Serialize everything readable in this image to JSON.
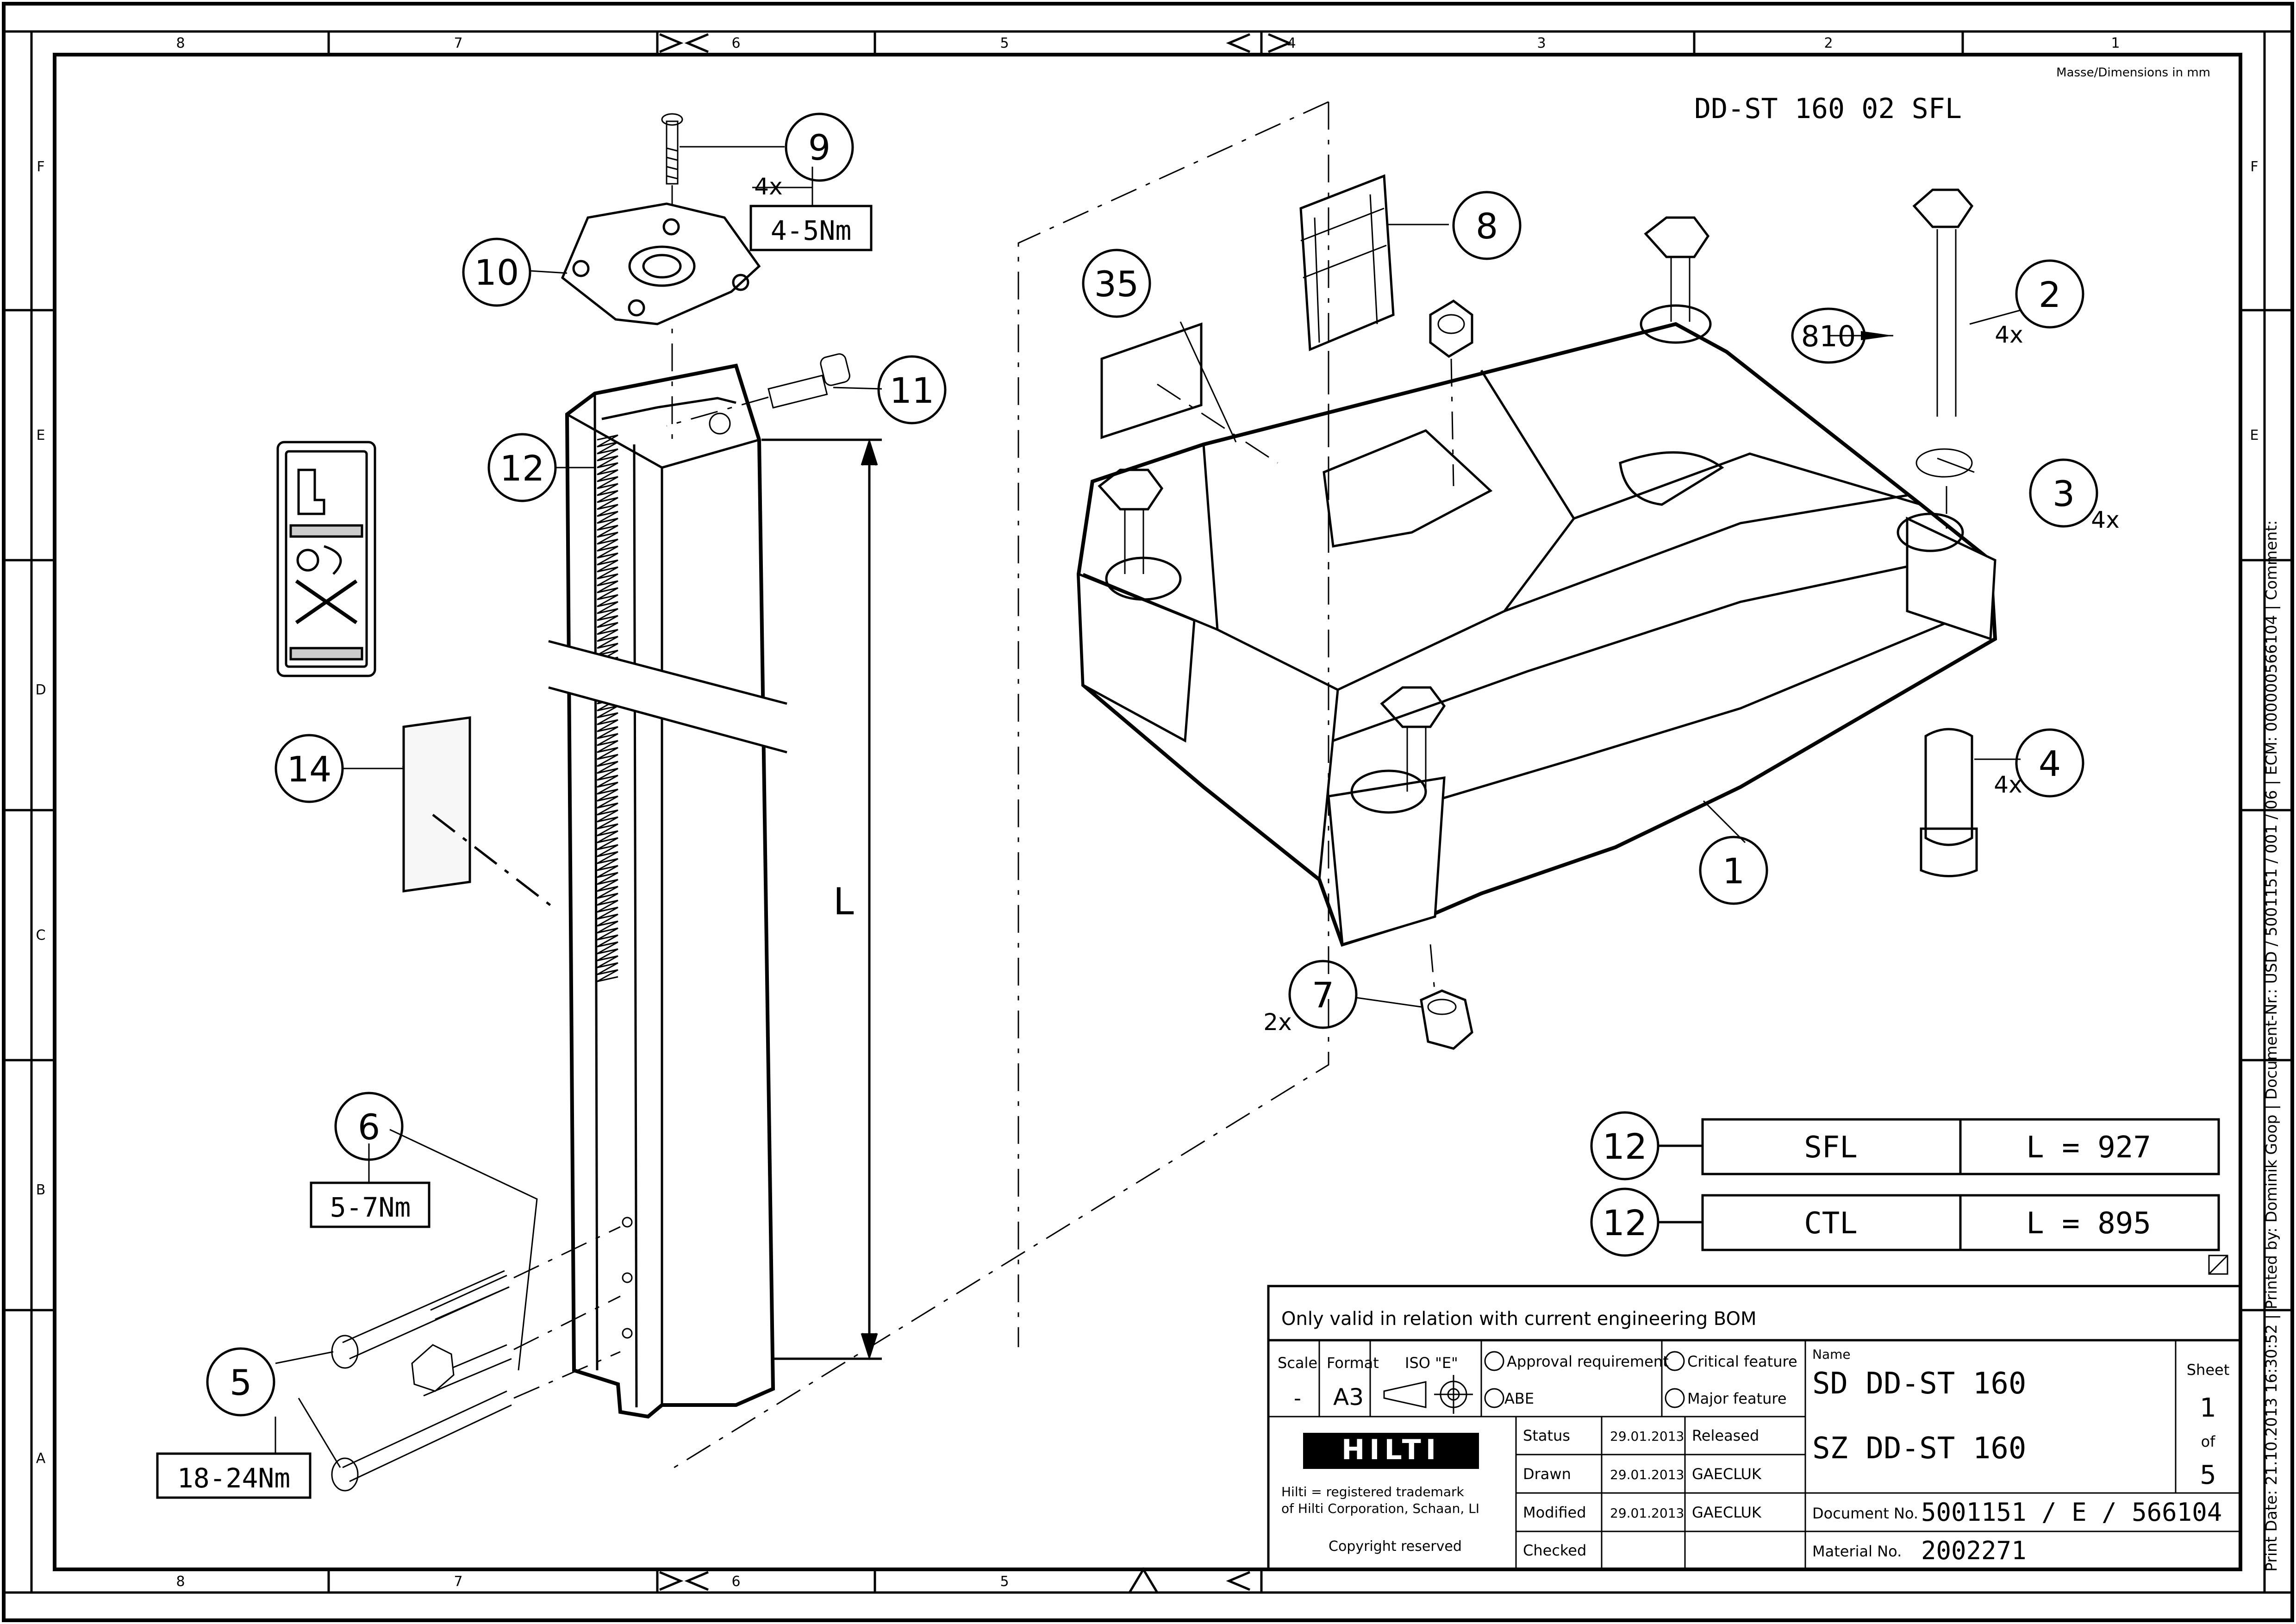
{
  "drawing": {
    "title": "DD-ST 160 02 SFL",
    "dimension_note": "Masse/Dimensions in mm",
    "side_note": "Print Date: 21.10.2013 16:30:52 | Printed by: Dominik Goop | Document-Nr.: USD / 5001151 / 001 / 06 | ECM: 000000566104 | Comment:"
  },
  "grid": {
    "columns": [
      "8",
      "7",
      "6",
      "5",
      "4",
      "3",
      "2",
      "1"
    ],
    "rows": [
      "F",
      "E",
      "D",
      "C",
      "B",
      "A"
    ]
  },
  "callouts": [
    {
      "num": "1"
    },
    {
      "num": "2",
      "qty": "4x"
    },
    {
      "num": "3",
      "qty": "4x"
    },
    {
      "num": "4",
      "qty": "4x"
    },
    {
      "num": "5",
      "torque": "18-24Nm"
    },
    {
      "num": "6",
      "torque": "5-7Nm"
    },
    {
      "num": "7",
      "qty": "2x"
    },
    {
      "num": "8"
    },
    {
      "num": "9",
      "qty": "4x",
      "torque": "4-5Nm"
    },
    {
      "num": "10"
    },
    {
      "num": "11"
    },
    {
      "num": "12"
    },
    {
      "num": "14"
    },
    {
      "num": "35"
    },
    {
      "num": "810"
    }
  ],
  "dimension_label": "L",
  "variants": [
    {
      "item": "12",
      "name": "SFL",
      "length": "L = 927"
    },
    {
      "item": "12",
      "name": "CTL",
      "length": "L = 895"
    }
  ],
  "title_block": {
    "bom_note": "Only valid in relation with current engineering BOM",
    "scale_label": "Scale",
    "scale_value": "-",
    "format_label": "Format",
    "format_value": "A3",
    "iso_label": "ISO \"E\"",
    "approval_requirement": "Approval requirement",
    "abe": "ABE",
    "critical_feature": "Critical feature",
    "major_feature": "Major feature",
    "logo_text": "HILTI",
    "trademark_line1": "Hilti = registered trademark",
    "trademark_line2": "of Hilti Corporation, Schaan, LI",
    "copyright": "Copyright reserved",
    "rows": [
      {
        "label": "Status",
        "date": "29.01.2013",
        "value": "Released"
      },
      {
        "label": "Drawn",
        "date": "29.01.2013",
        "value": "GAECLUK"
      },
      {
        "label": "Modified",
        "date": "29.01.2013",
        "value": "GAECLUK"
      },
      {
        "label": "Checked",
        "date": "",
        "value": ""
      }
    ],
    "name_label": "Name",
    "name_line1": "SD DD-ST 160",
    "name_line2": "SZ DD-ST 160",
    "document_label": "Document No.",
    "document_value": "5001151 / E / 566104",
    "material_label": "Material No.",
    "material_value": "2002271",
    "sheet_label": "Sheet",
    "sheet_value": "1",
    "sheet_of": "of",
    "sheet_total": "5"
  }
}
